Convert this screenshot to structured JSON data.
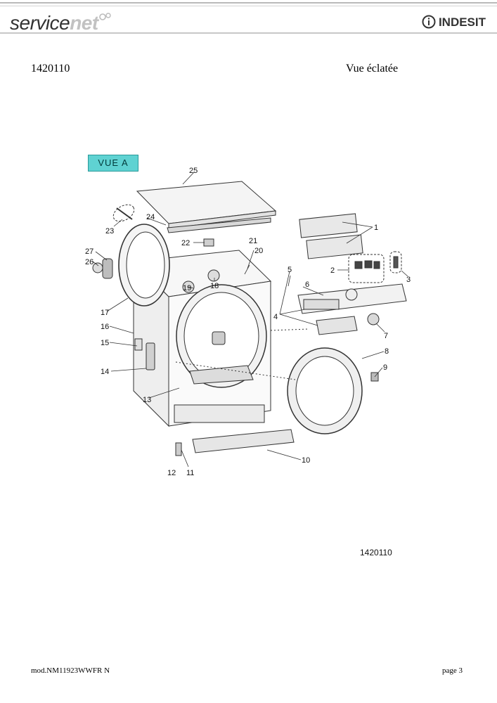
{
  "header": {
    "brand_left_a": "service",
    "brand_left_b": "net",
    "brand_right": "INDESIT"
  },
  "doc": {
    "number": "1420110",
    "title": "Vue éclatée"
  },
  "diagram": {
    "view_label": "VUE A",
    "figure_code": "1420110",
    "callouts": [
      "1",
      "2",
      "3",
      "4",
      "5",
      "6",
      "7",
      "8",
      "9",
      "10",
      "11",
      "12",
      "13",
      "14",
      "15",
      "16",
      "17",
      "18",
      "19",
      "20",
      "21",
      "22",
      "23",
      "24",
      "25",
      "26",
      "27"
    ]
  },
  "footer": {
    "model": "mod.NM11923WWFR N",
    "page": "page 3"
  }
}
